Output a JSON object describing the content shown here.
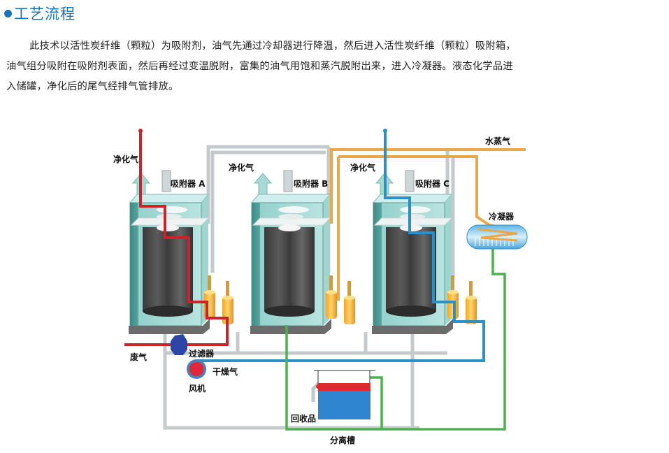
{
  "section": {
    "bullet_icon": "filled-circle-bullet",
    "title": "工艺流程"
  },
  "paragraph": {
    "lines": [
      "此技术以活性炭纤维（颗粒）为吸附剂，油气先通过冷却器进行降温，然后进入活性炭纤维（颗粒）吸附箱，",
      "油气组分吸附在吸附剂表面，然后再经过变温脱附，富集的油气用饱和蒸汽脱附出来，进入冷凝器。液态化学品进",
      "入储罐，净化后的尾气经排气管排放。"
    ]
  },
  "diagram": {
    "adsorbers": [
      {
        "id": "A",
        "label": "吸附器 A",
        "outlet_label": "净化气"
      },
      {
        "id": "B",
        "label": "吸附器 B",
        "outlet_label": "净化气"
      },
      {
        "id": "C",
        "label": "吸附器 C",
        "outlet_label": "净化气"
      }
    ],
    "labels": {
      "steam": "水蒸气",
      "condenser": "冷凝器",
      "waste_gas": "废气",
      "filter": "过滤器",
      "dry_gas": "干燥气",
      "fan": "风机",
      "recovered": "回收品",
      "separator": "分离槽"
    },
    "line_colors": {
      "waste_gas": "#cc2229",
      "dry_gas": "#2e8fc8",
      "steam": "#e8a84a",
      "condensate": "#4cb04c",
      "return": "#c4c9cc"
    }
  }
}
